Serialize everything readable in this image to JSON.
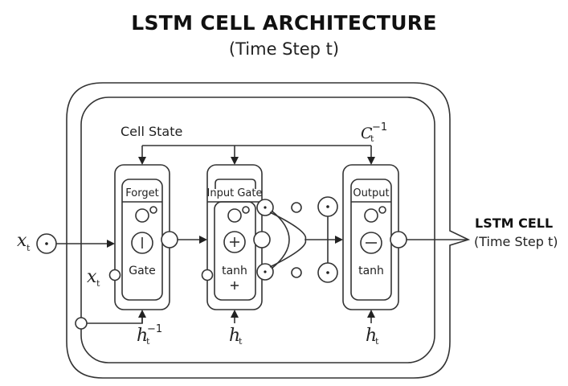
{
  "header": {
    "title": "LSTM CELL ARCHITECTURE",
    "subtitle": "(Time Step t)"
  },
  "side_label": {
    "title": "LSTM CELL",
    "subtitle": "(Time Step t)"
  },
  "cell_state": {
    "label": "Cell State",
    "prev_symbol": "C",
    "prev_subscript": "t",
    "prev_superscript": "−1"
  },
  "inputs": {
    "x_outer_symbol": "x",
    "x_outer_subscript": "t",
    "x_inner_symbol": "x",
    "x_inner_subscript": "t"
  },
  "gates": [
    {
      "id": "forget",
      "header": "Forget",
      "operator": "|",
      "footer": "Gate",
      "footer2": "",
      "bottom_symbol": "h",
      "bottom_subscript": "t",
      "bottom_superscript": "−1"
    },
    {
      "id": "input",
      "header": "Input Gate",
      "operator": "+",
      "footer": "tanh",
      "footer2": "+",
      "bottom_symbol": "h",
      "bottom_subscript": "t",
      "bottom_superscript": ""
    },
    {
      "id": "output",
      "header": "Output",
      "operator": "−",
      "footer": "tanh",
      "footer2": "",
      "bottom_symbol": "h",
      "bottom_subscript": "t",
      "bottom_superscript": ""
    }
  ],
  "colors": {
    "stroke": "#333333",
    "background": "#ffffff"
  }
}
